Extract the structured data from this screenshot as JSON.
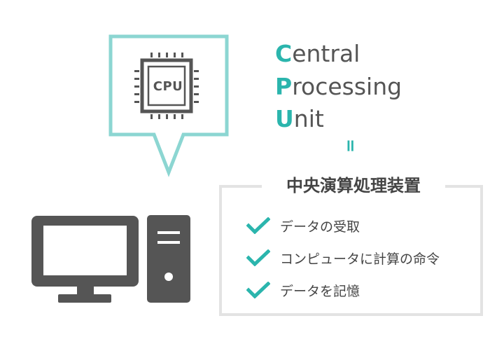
{
  "colors": {
    "accent": "#2bb5ad",
    "bubble_border": "#8cd6d2",
    "icon_gray": "#555555",
    "box_border": "#e3e3e3",
    "text": "#444444"
  },
  "cpu_chip": {
    "label": "CPU"
  },
  "acronym": {
    "lines": [
      {
        "initial": "C",
        "rest": "entral"
      },
      {
        "initial": "P",
        "rest": "rocessing"
      },
      {
        "initial": "U",
        "rest": "nit"
      }
    ],
    "equals_sign": "="
  },
  "definition_box": {
    "title": "中央演算処理装置",
    "items": [
      {
        "text": "データの受取"
      },
      {
        "text": "コンピュータに計算の命令"
      },
      {
        "text": "データを記憶"
      }
    ]
  },
  "icons": {
    "cpu": "cpu-chip-icon",
    "computer": "desktop-computer-icon",
    "check": "check-icon"
  }
}
